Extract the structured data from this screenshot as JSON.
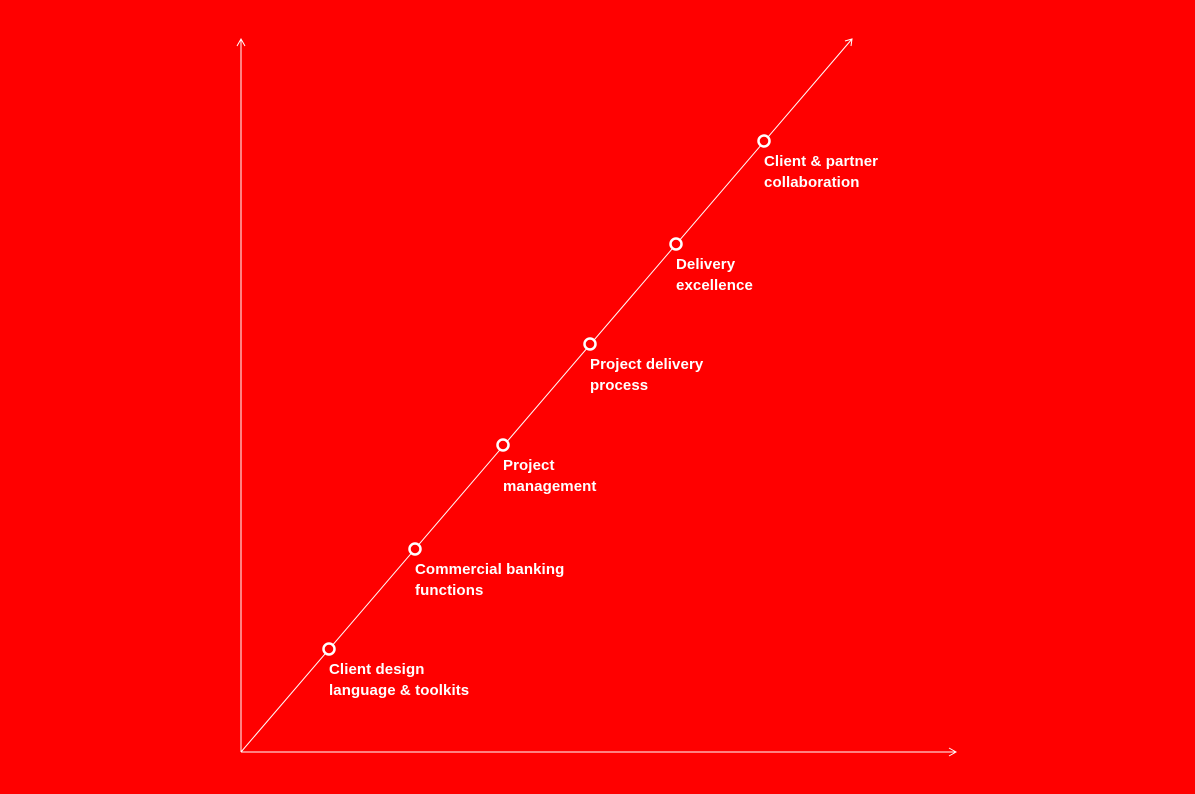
{
  "colors": {
    "background": "#ff0000",
    "foreground": "#ffffff"
  },
  "milestones": [
    {
      "label": "Client design\nlanguage & toolkits"
    },
    {
      "label": "Commercial banking\nfunctions"
    },
    {
      "label": "Project\nmanagement"
    },
    {
      "label": "Project delivery\nprocess"
    },
    {
      "label": "Delivery\nexcellence"
    },
    {
      "label": "Client & partner\ncollaboration"
    }
  ]
}
